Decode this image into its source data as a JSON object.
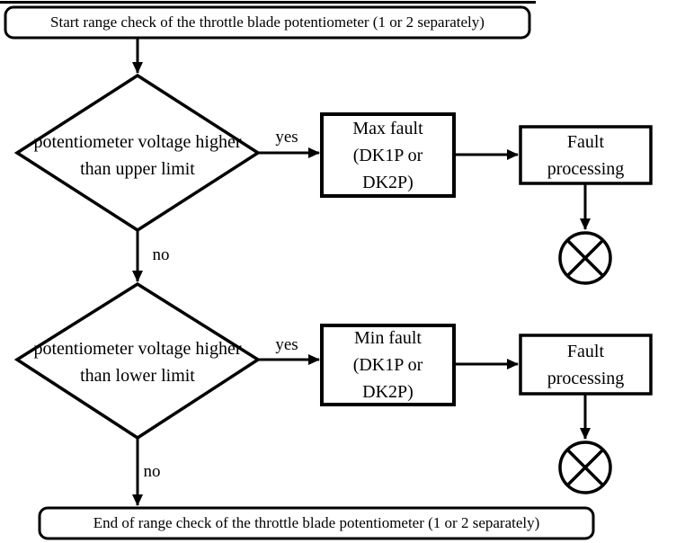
{
  "colors": {
    "ink": "#000000",
    "background": "#ffffff"
  },
  "flowchart": {
    "type": "flowchart",
    "nodes": {
      "start": {
        "shape": "rounded-rect",
        "label": "Start range check of the throttle blade potentiometer (1 or 2 separately)"
      },
      "decision_upper": {
        "shape": "diamond",
        "label": "potentiometer voltage higher\nthan upper limit"
      },
      "max_fault": {
        "shape": "rect",
        "label": "Max fault\n(DK1P or\nDK2P)"
      },
      "fault_processing_upper": {
        "shape": "rect",
        "label": "Fault\nprocessing"
      },
      "terminator_upper": {
        "shape": "circle-x",
        "label": ""
      },
      "decision_lower": {
        "shape": "diamond",
        "label": "potentiometer voltage higher\nthan lower limit"
      },
      "min_fault": {
        "shape": "rect",
        "label": "Min fault\n(DK1P or\nDK2P)"
      },
      "fault_processing_lower": {
        "shape": "rect",
        "label": "Fault\nprocessing"
      },
      "terminator_lower": {
        "shape": "circle-x",
        "label": ""
      },
      "end": {
        "shape": "rounded-rect",
        "label": "End of range check of the throttle blade potentiometer (1 or 2 separately)"
      }
    },
    "edges": [
      {
        "from": "start",
        "to": "decision_upper",
        "label": ""
      },
      {
        "from": "decision_upper",
        "to": "max_fault",
        "label": "yes"
      },
      {
        "from": "max_fault",
        "to": "fault_processing_upper",
        "label": ""
      },
      {
        "from": "fault_processing_upper",
        "to": "terminator_upper",
        "label": ""
      },
      {
        "from": "decision_upper",
        "to": "decision_lower",
        "label": "no"
      },
      {
        "from": "decision_lower",
        "to": "min_fault",
        "label": "yes"
      },
      {
        "from": "min_fault",
        "to": "fault_processing_lower",
        "label": ""
      },
      {
        "from": "fault_processing_lower",
        "to": "terminator_lower",
        "label": ""
      },
      {
        "from": "decision_lower",
        "to": "end",
        "label": "no"
      }
    ]
  }
}
